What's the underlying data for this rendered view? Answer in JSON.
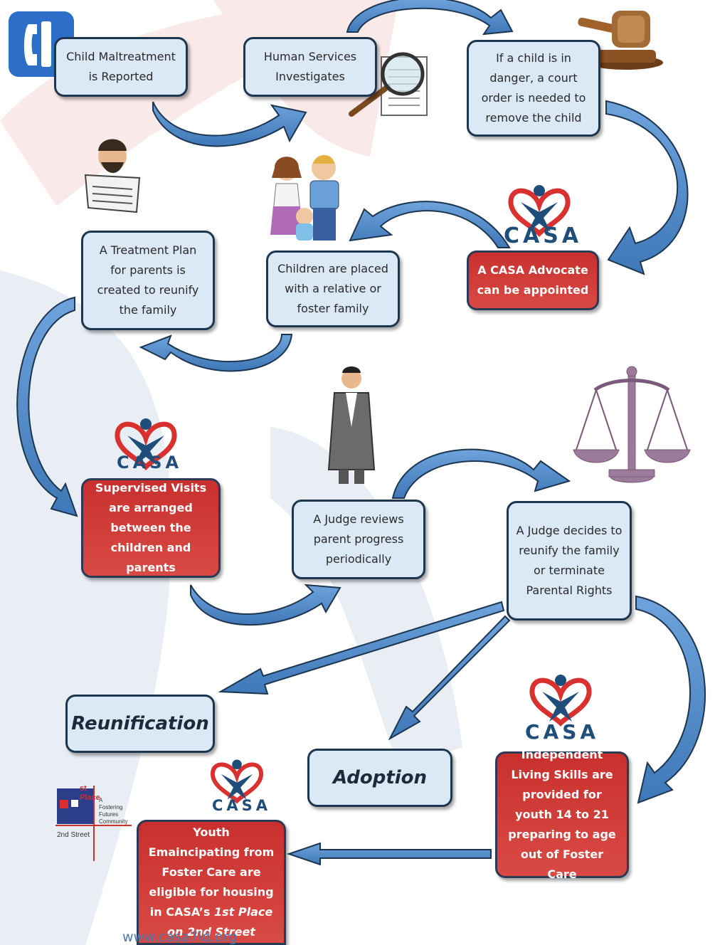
{
  "steps": {
    "reported": "Child Maltreatment is Reported",
    "investigates": "Human Services Investigates",
    "court_order": "If a child is in danger, a court order is needed to remove the child",
    "advocate": "A CASA Advocate can be appointed",
    "placed": "Children are placed with a relative or foster family",
    "treatment": "A Treatment Plan for parents is created to reunify the family",
    "visits": "Supervised Visits are arranged between the children and parents",
    "judge_reviews": "A Judge reviews parent progress periodically",
    "judge_decides": "A Judge decides to reunify the family or terminate Parental Rights",
    "reunification": "Reunification",
    "adoption": "Adoption",
    "independent": "Independent Living Skills are provided for youth 14 to 21 preparing to age out of Foster Care",
    "youth_prefix": "Youth Emaincipating from Foster Care are eligible for housing in CASA’s",
    "youth_italic": "1st Place on 2nd Street"
  },
  "casa_label": "CASA",
  "first_place_logo": {
    "st": "st",
    "place": "Place",
    "tagline1": "A",
    "tagline2": "Fostering",
    "tagline3": "Futures",
    "tagline4": "Community",
    "street": "2nd Street"
  },
  "footer_url": "www.casa7id.org",
  "colors": {
    "box_fill": "#dbe8f5",
    "box_border": "#1d3650",
    "red_box": "#c8302e",
    "arrow": "#4a86c8",
    "casa_blue": "#1f4e7a",
    "casa_heart": "#d8312f"
  }
}
